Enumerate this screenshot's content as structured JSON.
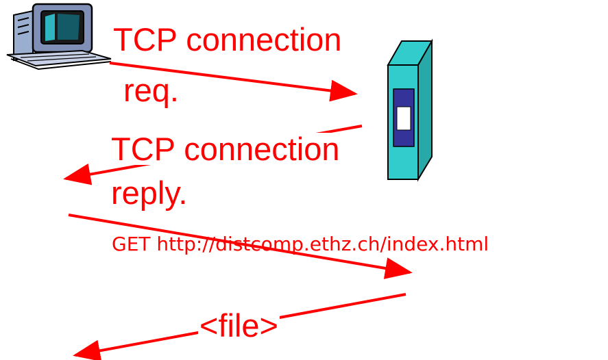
{
  "labels": {
    "tcp_req_line1": "TCP connection",
    "tcp_req_line2": "req.",
    "tcp_reply_line1": "TCP connection",
    "tcp_reply_line2": "reply.",
    "get_request": "GET http://distcomp.ethz.ch/index.html",
    "file": "<file>"
  },
  "icons": {
    "client": "desktop-computer-icon",
    "server": "server-tower-icon"
  },
  "colors": {
    "arrow": "#ff0000",
    "text": "#ff0000",
    "server_body": "#33cccc",
    "server_panel": "#333399"
  }
}
